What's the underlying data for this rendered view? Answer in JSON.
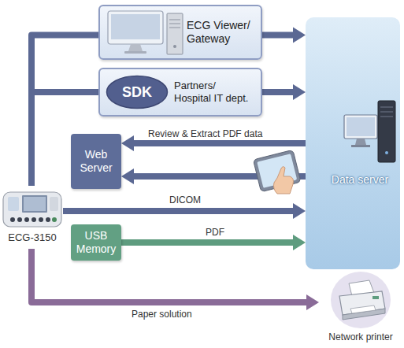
{
  "diagram": {
    "nodes": [
      {
        "text": [
          "ECG Viewer/ Gateway"
        ]
      },
      {
        "text": [
          "Partners/ Hospital IT dept."
        ]
      },
      {
        "text": [
          "SDK"
        ],
        "in": 1
      },
      {
        "text": [
          "Web Server"
        ]
      },
      {
        "text": [
          "Data server"
        ]
      },
      {
        "text": [
          "ECG-3150"
        ]
      },
      {
        "text": [
          "USB Memory"
        ]
      },
      {
        "text": [
          "Network printer"
        ]
      }
    ],
    "edges": [
      {
        "from": 5,
        "to": 0,
        "arrow": "none"
      },
      {
        "from": 0,
        "to": 4,
        "arrow": "to"
      },
      {
        "from": 5,
        "to": 1,
        "arrow": "none"
      },
      {
        "from": 1,
        "to": 4,
        "arrow": "to"
      },
      {
        "from": 4,
        "to": 3,
        "label": "Review & Extract PDF data",
        "arrow": "to"
      },
      {
        "from": 4,
        "to": 3,
        "arrow": "to"
      },
      {
        "from": 5,
        "to": 4,
        "label": "DICOM",
        "arrow": "to"
      },
      {
        "from": 6,
        "to": 4,
        "label": "PDF",
        "arrow": "to"
      },
      {
        "from": 5,
        "to": 7,
        "label": "Paper solution",
        "arrow": "to"
      }
    ]
  }
}
